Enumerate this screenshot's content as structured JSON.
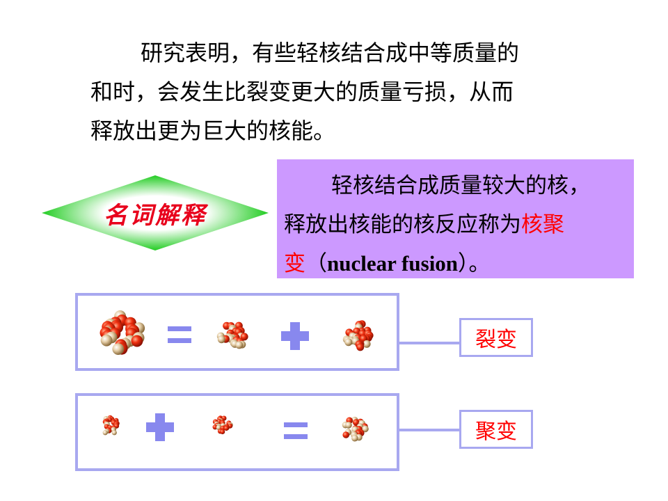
{
  "intro": {
    "line1": "研究表明，有些轻核结合成中等质量的",
    "line2": "和时，会发生比裂变更大的质量亏损，从而",
    "line3": "释放出更为巨大的核能。"
  },
  "term_badge": {
    "label": "名词解释"
  },
  "definition": {
    "line1": "轻核结合成质量较大的核，",
    "line2_text": "释放出核能的核反应称为",
    "line2_highlight": "核聚",
    "line3_highlight": "变",
    "line3_open": "（",
    "line3_en": "nuclear fusion",
    "line3_close": "）。"
  },
  "diagrams": {
    "fission_label": "裂变",
    "fusion_label": "聚变"
  },
  "colors": {
    "diamond_green": "#22cc22",
    "definition_bg": "#cc99ff",
    "highlight_red": "#ff0000",
    "panel_border": "#a8a8f0",
    "symbol_fill": "#8888ee"
  }
}
